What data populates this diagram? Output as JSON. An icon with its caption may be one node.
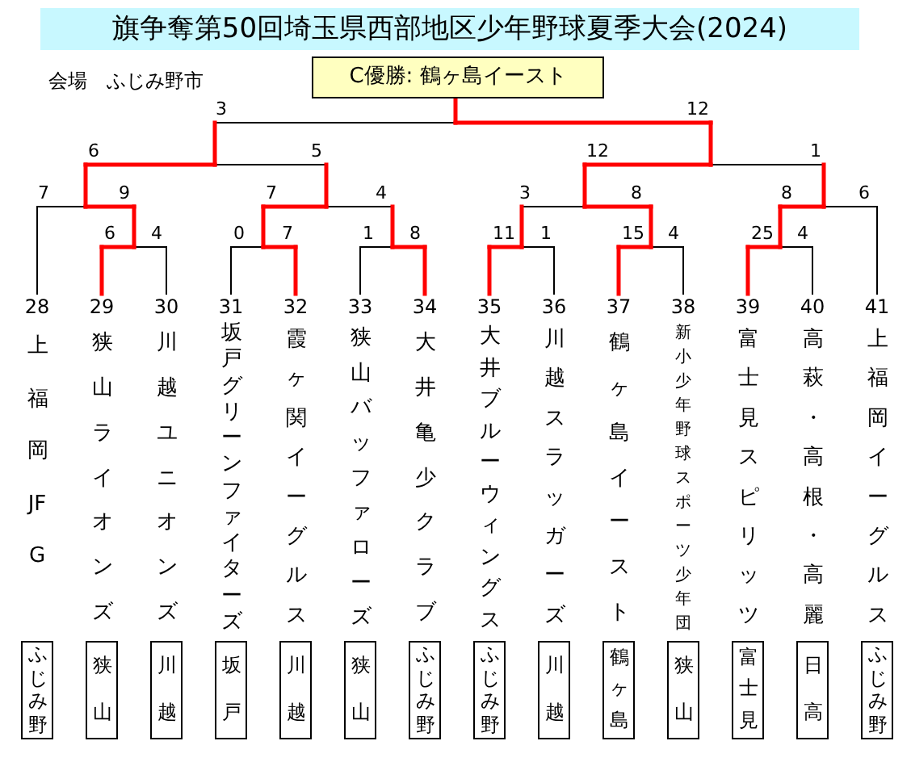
{
  "diagram": {
    "title": "旗争奪第50回埼玉県西部地区少年野球夏季大会(2024)",
    "nodes": [
      {
        "text": [
          "C優勝: 鶴ヶ島イースト"
        ]
      },
      {
        "text": [
          "ふじみ野"
        ],
        "beside": [
          "28",
          "上福岡JFG"
        ]
      },
      {
        "text": [
          "狭山"
        ],
        "beside": [
          "29",
          "狭山ライオンズ"
        ]
      },
      {
        "text": [
          "川越"
        ],
        "beside": [
          "30",
          "川越ユニオンズ"
        ]
      },
      {
        "text": [
          "坂戸"
        ],
        "beside": [
          "31",
          "坂戸グリーンファイターズ"
        ]
      },
      {
        "text": [
          "川越"
        ],
        "beside": [
          "32",
          "霞ヶ関イーグルス"
        ]
      },
      {
        "text": [
          "狭山"
        ],
        "beside": [
          "33",
          "狭山バッファローズ"
        ]
      },
      {
        "text": [
          "ふじみ野"
        ],
        "beside": [
          "34",
          "大井亀少クラブ"
        ]
      },
      {
        "text": [
          "ふじみ野"
        ],
        "beside": [
          "35",
          "大井ブルーウィングス"
        ]
      },
      {
        "text": [
          "川越"
        ],
        "beside": [
          "36",
          "川越スラッガーズ"
        ]
      },
      {
        "text": [
          "鶴ヶ島"
        ],
        "beside": [
          "37",
          "鶴ヶ島イースト"
        ]
      },
      {
        "text": [
          "狭山"
        ],
        "beside": [
          "38",
          "新小少年野球スポーツ少年団"
        ]
      },
      {
        "text": [
          "富士見"
        ],
        "beside": [
          "39",
          "富士見スピリッツ"
        ]
      },
      {
        "text": [
          "日高"
        ],
        "beside": [
          "40",
          "高萩・高根・高麗"
        ]
      },
      {
        "text": [
          "ふじみ野"
        ],
        "beside": [
          "41",
          "上福岡イーグルス"
        ]
      }
    ],
    "labels": [
      "会場　ふじみ野市",
      "3",
      "12",
      "6",
      "5",
      "12",
      "1",
      "7",
      "9",
      "7",
      "4",
      "3",
      "8",
      "8",
      "6",
      "6",
      "4",
      "0",
      "7",
      "1",
      "8",
      "11",
      "1",
      "15",
      "4",
      "25",
      "4"
    ]
  }
}
